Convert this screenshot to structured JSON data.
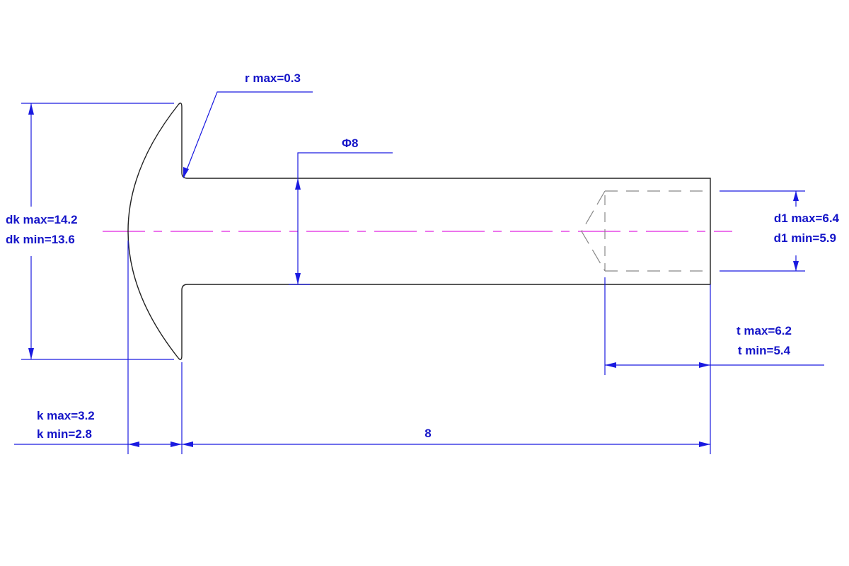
{
  "drawing": {
    "part": "rivet",
    "dimensions": {
      "r": "r max=0.3",
      "shank_diameter": "Φ8",
      "dk_max": "dk max=14.2",
      "dk_min": "dk min=13.6",
      "d1_max": "d1 max=6.4",
      "d1_min": "d1 min=5.9",
      "t_max": "t max=6.2",
      "t_min": "t min=5.4",
      "k_max": "k max=3.2",
      "k_min": "k min=2.8",
      "length": "8"
    },
    "colors": {
      "dimension": "#1a1ae0",
      "outline": "#222222",
      "centerline": "#e020e0",
      "hidden": "#888888"
    }
  }
}
